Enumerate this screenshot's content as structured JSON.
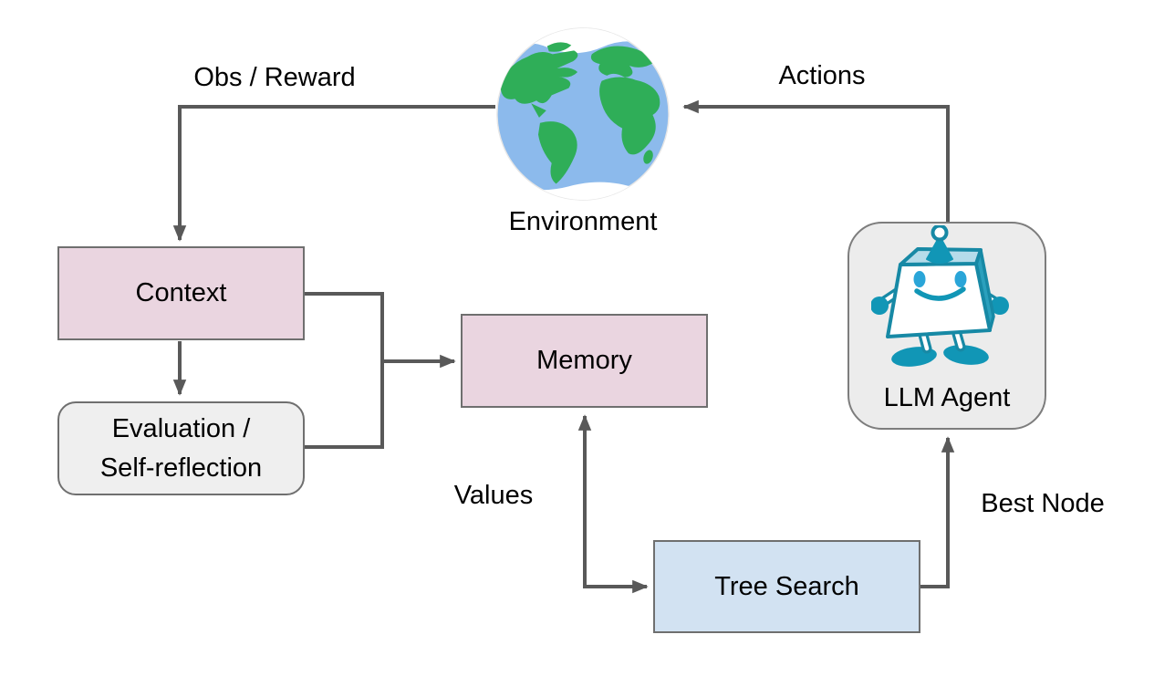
{
  "diagram": {
    "nodes": {
      "environment": {
        "label": "Environment"
      },
      "context": {
        "label": "Context",
        "fill": "#ead5e0"
      },
      "evaluation": {
        "line1": "Evaluation /",
        "line2": "Self-reflection",
        "fill": "#efefef"
      },
      "memory": {
        "label": "Memory",
        "fill": "#ead5e0"
      },
      "tree_search": {
        "label": "Tree Search",
        "fill": "#d2e2f2"
      },
      "llm_agent": {
        "label": "LLM Agent",
        "fill": "#ececec"
      }
    },
    "edges": {
      "obs_reward": {
        "label": "Obs / Reward"
      },
      "actions": {
        "label": "Actions"
      },
      "values": {
        "label": "Values"
      },
      "best_node": {
        "label": "Best Node"
      }
    },
    "colors": {
      "arrow": "#595959",
      "box_border": "#6f6f6f",
      "globe_ocean": "#8cbaec",
      "globe_land": "#2fae58",
      "globe_caps": "#ffffff",
      "robot_outline": "#1789a5",
      "robot_teal": "#1196b6",
      "robot_top_face": "#b5dcea",
      "robot_side_face": "#2aa0bd",
      "robot_eyes": "#2aa5d8"
    }
  }
}
